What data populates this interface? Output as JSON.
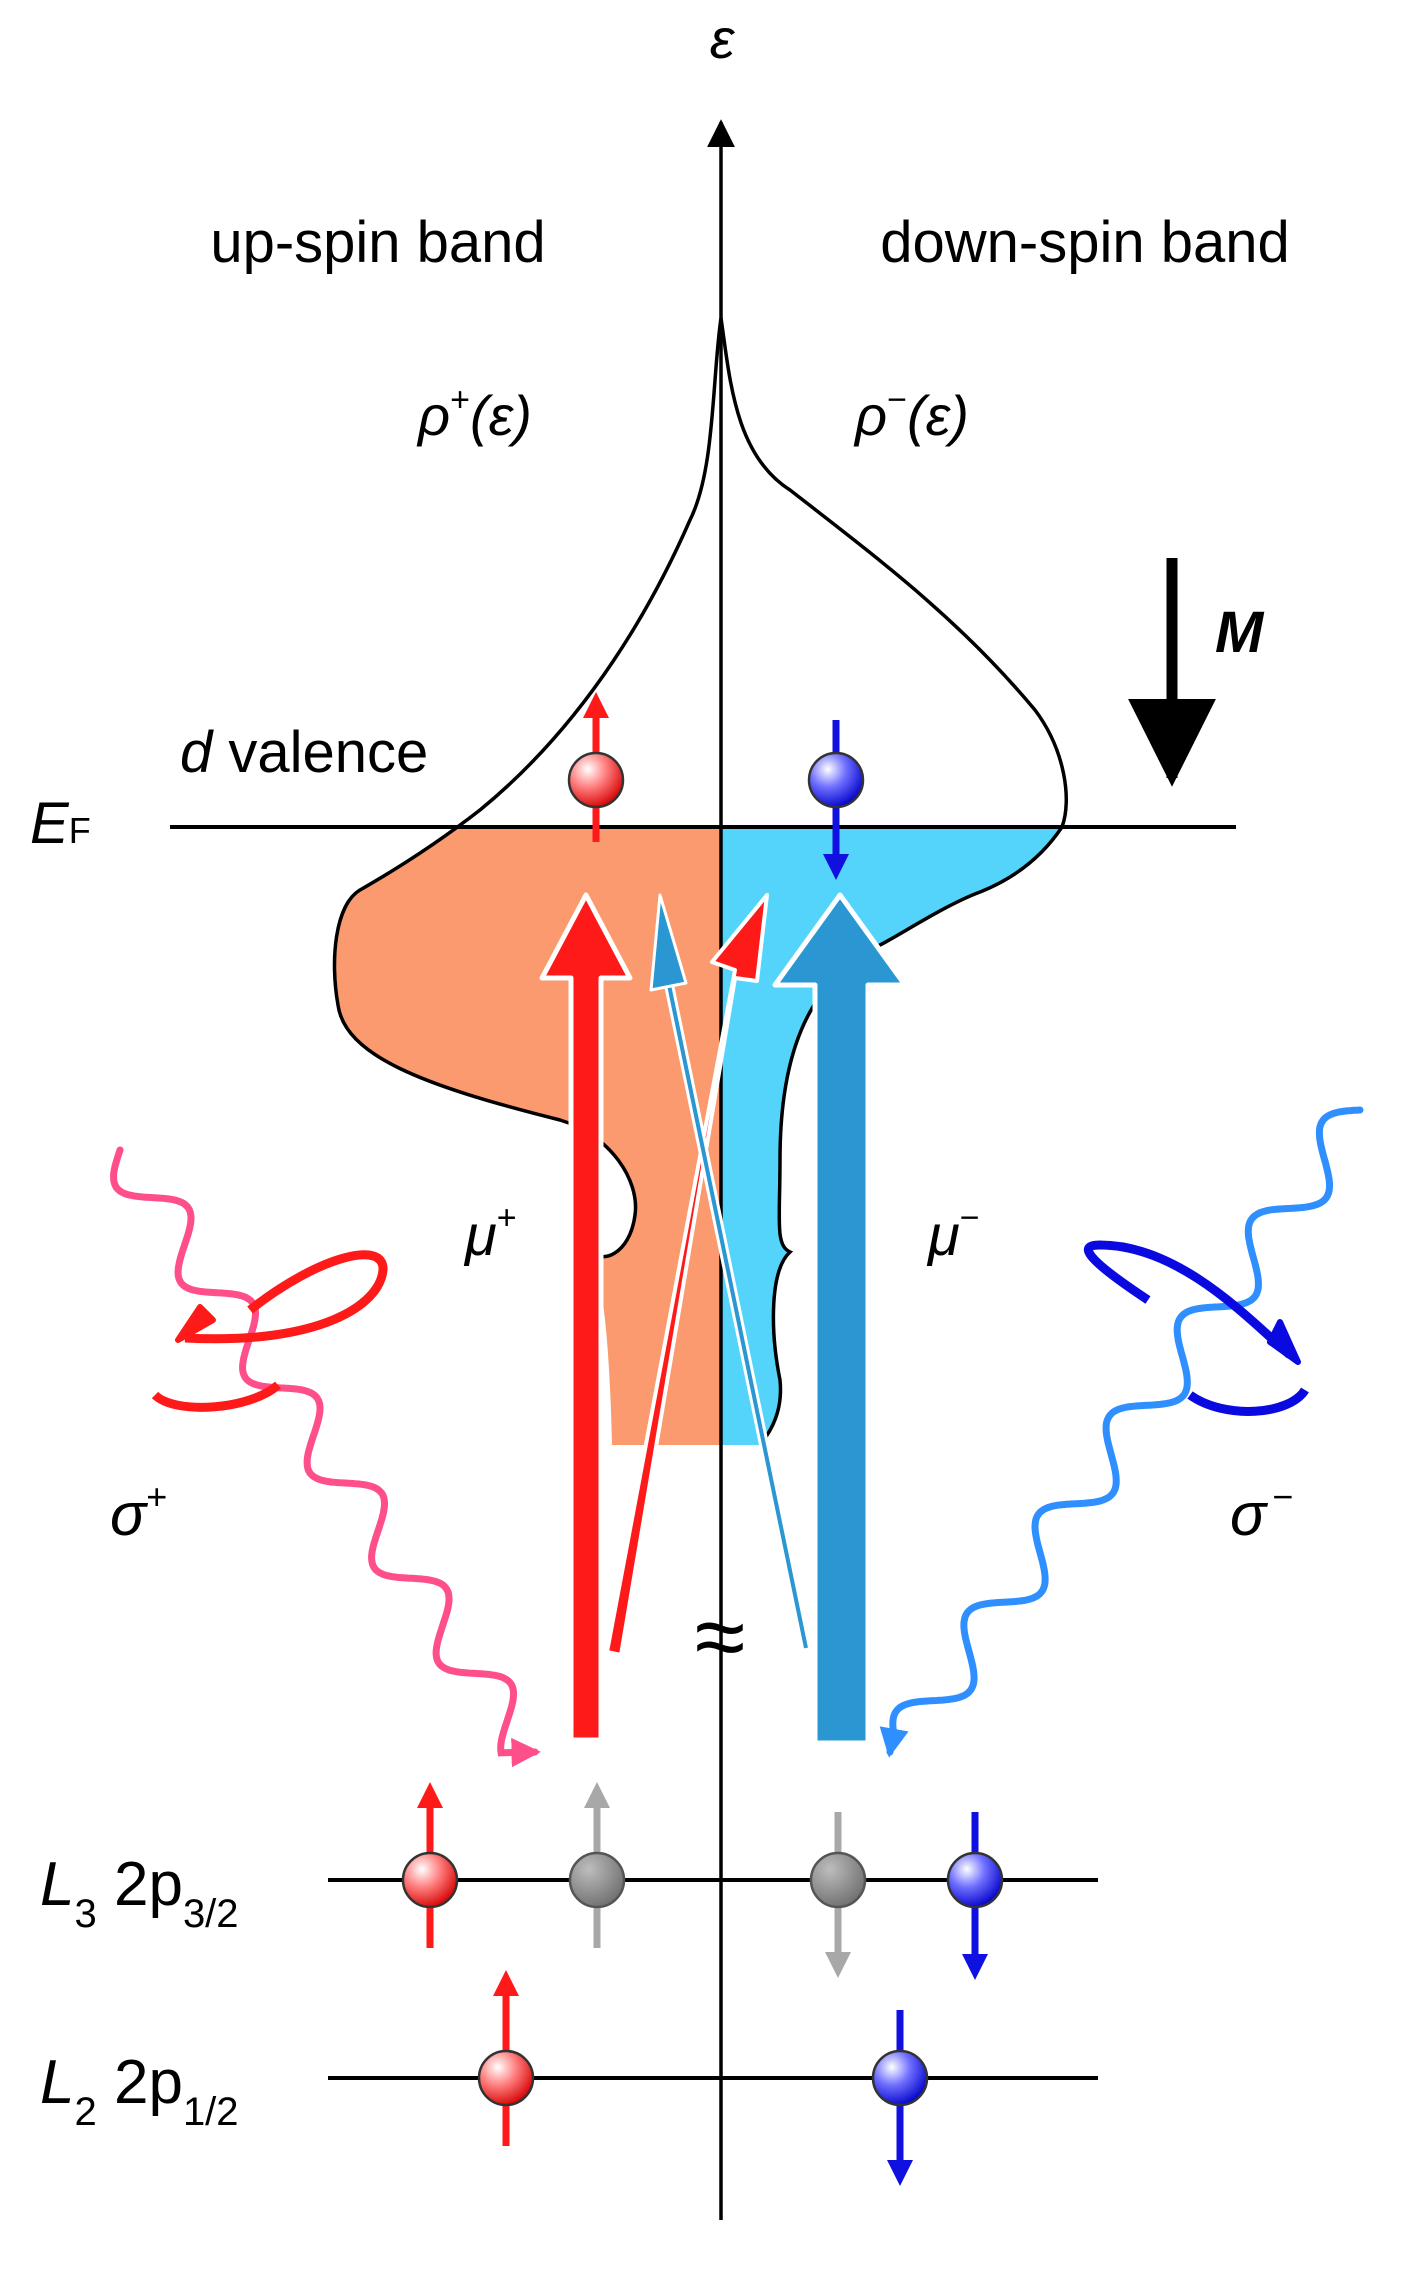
{
  "axis": {
    "symbol": "ε"
  },
  "bands": {
    "up_label": "up-spin band",
    "down_label": "down-spin band",
    "up_dos": "ρ⁺(ε)",
    "down_dos": "ρ⁻(ε)",
    "up_dos_base": "ρ",
    "up_dos_sup": "+",
    "up_dos_arg": "(ε)",
    "down_dos_base": "ρ",
    "down_dos_sup": "−",
    "down_dos_arg": "(ε)",
    "valence_label": "d valence",
    "valence_d": "d",
    "valence_word": " valence"
  },
  "fermi": {
    "label": "EF",
    "main": "E",
    "sub": "F"
  },
  "magnetization": {
    "label": "M"
  },
  "transitions": {
    "mu_plus": "μ⁺",
    "mu_plus_base": "μ",
    "mu_plus_sup": "+",
    "mu_minus": "μ⁻",
    "mu_minus_base": "μ",
    "mu_minus_sup": "−"
  },
  "photons": {
    "sigma_plus": "σ⁺",
    "sigma_plus_base": "σ",
    "sigma_plus_sup": "+",
    "sigma_minus": "σ⁻",
    "sigma_minus_base": "σ",
    "sigma_minus_sup": "−"
  },
  "break_symbol": "≈",
  "levels": [
    {
      "label": "L3 2p3/2",
      "shell": "L",
      "shell_sub": "3",
      "orbital": " 2p",
      "orbital_sub": "3/2"
    },
    {
      "label": "L2 2p1/2",
      "shell": "L",
      "shell_sub": "2",
      "orbital": " 2p",
      "orbital_sub": "1/2"
    }
  ],
  "colors": {
    "spin_up": "#ff1a1a",
    "spin_down": "#1010e0",
    "up_fill": "#fa9a6e",
    "down_fill": "#55d4fb",
    "sigma_plus_wave": "#ff4f8b",
    "sigma_minus_wave": "#2f8fff",
    "mu_minus_arrow": "#2a97d2",
    "core_gray": "#8a8a8a"
  }
}
